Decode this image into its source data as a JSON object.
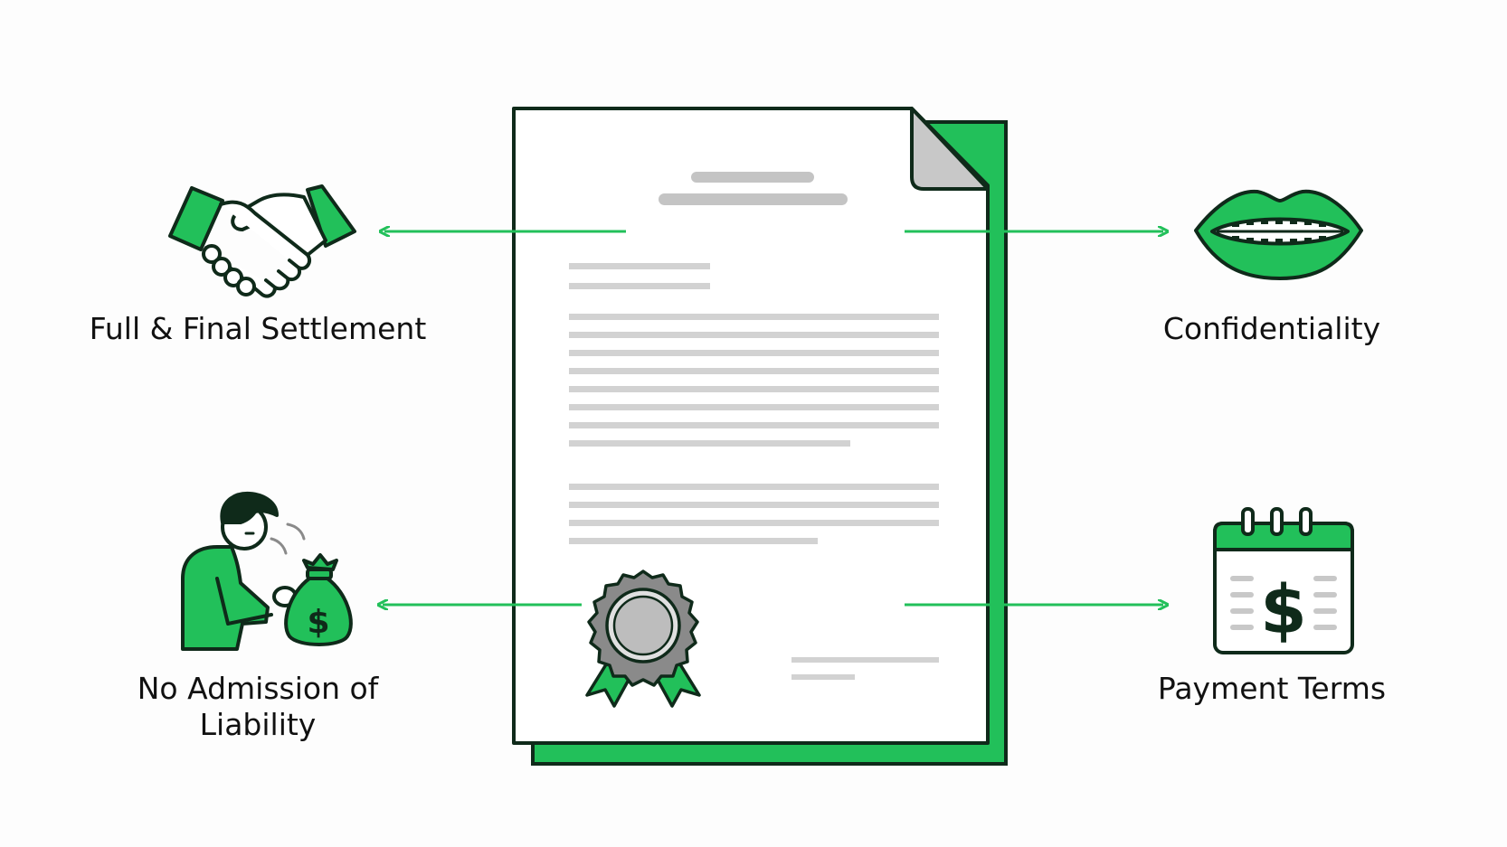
{
  "colors": {
    "accent": "#22c05a",
    "outline": "#0f2a1a",
    "gray": "#c8c8c8",
    "dark_gray": "#8a8a8a",
    "paper": "#ffffff"
  },
  "document": {
    "icon": "document-icon",
    "seal_icon": "award-seal-icon"
  },
  "terms": [
    {
      "id": "full-final-settlement",
      "label": "Full & Final Settlement",
      "icon": "handshake-icon",
      "side": "left"
    },
    {
      "id": "confidentiality",
      "label": "Confidentiality",
      "icon": "zipped-lips-icon",
      "side": "right"
    },
    {
      "id": "no-admission-of-liability",
      "label": "No Admission of\nLiability",
      "icon": "person-money-bag-icon",
      "side": "left"
    },
    {
      "id": "payment-terms",
      "label": "Payment Terms",
      "icon": "payment-calendar-icon",
      "side": "right"
    }
  ]
}
